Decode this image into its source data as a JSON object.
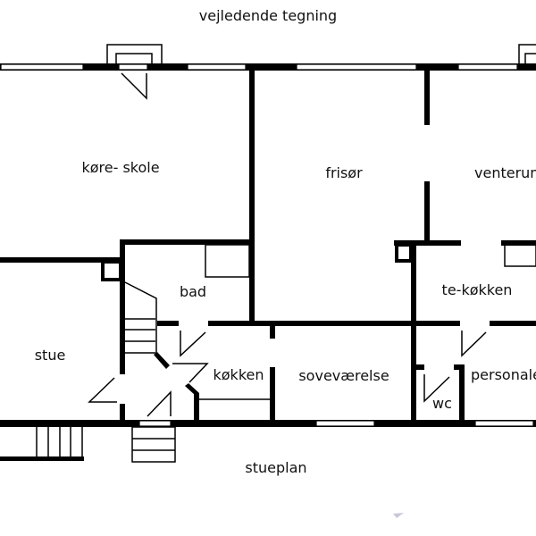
{
  "title": "vejledende tegning",
  "footer": "stueplan",
  "rooms": {
    "koreskole": "køre- skole",
    "frisor": "frisør",
    "venterum": "venterum",
    "bad": "bad",
    "tekokken": "te-køkken",
    "stue": "stue",
    "kokken": "køkken",
    "sovevaerelse": "soveværelse",
    "wc": "wc",
    "personale": "personale"
  },
  "colors": {
    "wall": "#000000",
    "background": "#ffffff"
  }
}
